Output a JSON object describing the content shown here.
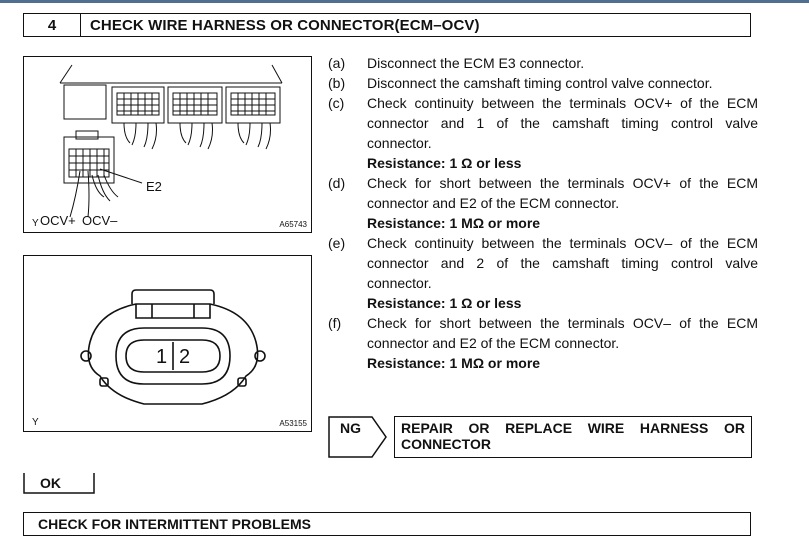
{
  "header": {
    "step_number": "4",
    "title": "CHECK WIRE HARNESS OR CONNECTOR(ECM–OCV)"
  },
  "figure1": {
    "labels": {
      "e2": "E2",
      "ocv_plus": "OCV+",
      "ocv_minus": "OCV–",
      "corner": "Y"
    },
    "code": "A65743"
  },
  "figure2": {
    "labels": {
      "pin1": "1",
      "pin2": "2",
      "corner": "Y"
    },
    "code": "A53155"
  },
  "steps": [
    {
      "letter": "(a)",
      "text": "Disconnect the ECM E3 connector."
    },
    {
      "letter": "(b)",
      "text": "Disconnect the camshaft timing control valve connector."
    },
    {
      "letter": "(c)",
      "text": "Check continuity between the terminals OCV+ of the ECM connector and 1 of the camshaft timing control valve connector.",
      "result": "Resistance: 1 Ω or less"
    },
    {
      "letter": "(d)",
      "text": "Check for short between the terminals OCV+ of the ECM connector and E2 of the ECM connector.",
      "result": "Resistance: 1 MΩ or more"
    },
    {
      "letter": "(e)",
      "text": "Check continuity between the terminals OCV– of the ECM connector and 2 of the camshaft timing control valve connector.",
      "result": "Resistance: 1 Ω or less"
    },
    {
      "letter": "(f)",
      "text": "Check for short between the terminals OCV– of the ECM connector and E2 of the ECM connector.",
      "result": "Resistance: 1 MΩ or more"
    }
  ],
  "ng": {
    "label": "NG",
    "line1_words": [
      "REPAIR",
      "OR",
      "REPLACE",
      "WIRE",
      "HARNESS",
      "OR"
    ],
    "line2": "CONNECTOR"
  },
  "ok": {
    "label": "OK"
  },
  "next": {
    "title": "CHECK FOR INTERMITTENT PROBLEMS"
  }
}
